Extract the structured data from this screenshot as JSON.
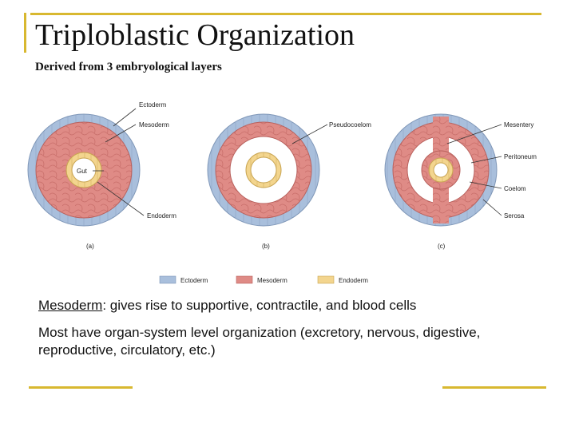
{
  "title": "Triploblastic Organization",
  "subtitle": "Derived from 3 embryological layers",
  "diagram": {
    "labels": {
      "ectoderm": "Ectoderm",
      "mesoderm": "Mesoderm",
      "gut": "Gut",
      "endoderm": "Endoderm",
      "pseudocoelom": "Pseudocoelom",
      "mesentery": "Mesentery",
      "peritoneum": "Peritoneum",
      "coelom": "Coelom",
      "serosa": "Serosa"
    },
    "panels": [
      "(a)",
      "(b)",
      "(c)"
    ],
    "legend": [
      "Ectoderm",
      "Mesoderm",
      "Endoderm"
    ],
    "colors": {
      "ectoderm": "#a9bfdc",
      "mesoderm": "#df8b86",
      "endoderm": "#f3d58e",
      "accent": "#d8b830"
    }
  },
  "text": {
    "mesoderm_term": "Mesoderm",
    "mesoderm_rest": ": gives rise to supportive, contractile, and blood cells",
    "organ_system": "Most have organ-system level organization (excretory, nervous, digestive, reproductive, circulatory, etc.)"
  }
}
